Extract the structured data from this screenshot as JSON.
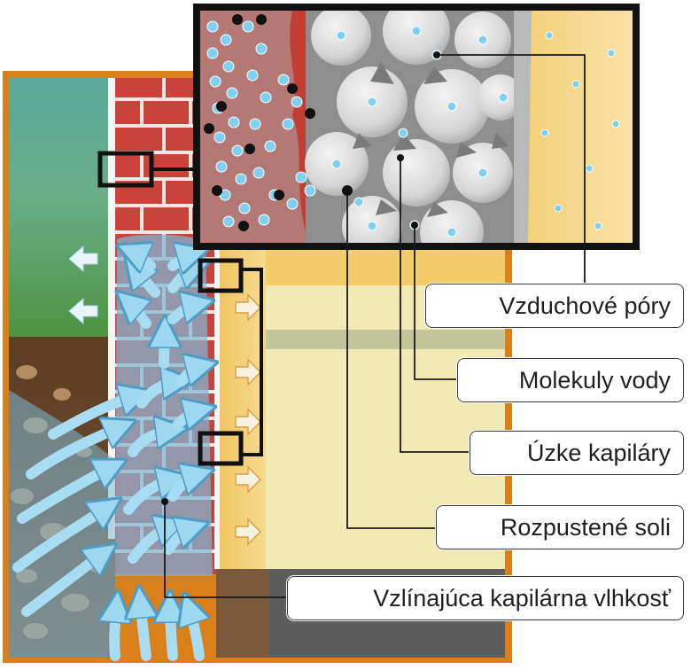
{
  "labels": {
    "air_pores": "Vzduchové póry",
    "water_molecules": "Molekuly vody",
    "narrow_capillaries": "Úzke kapiláry",
    "dissolved_salts": "Rozpustené soli",
    "rising_damp": "Vzlínajúca kapilárna vlhkosť"
  },
  "colors": {
    "frame_orange": "#d9801a",
    "brick_red": "#c8433a",
    "mortar_white": "#f2f2f2",
    "moisture_blue": "#8fd3ee",
    "plaster_yellow": "#f3d98a",
    "soil_brown": "#6b4a2e",
    "grass_green": "#5c9a3e",
    "callout_black": "#111111"
  }
}
